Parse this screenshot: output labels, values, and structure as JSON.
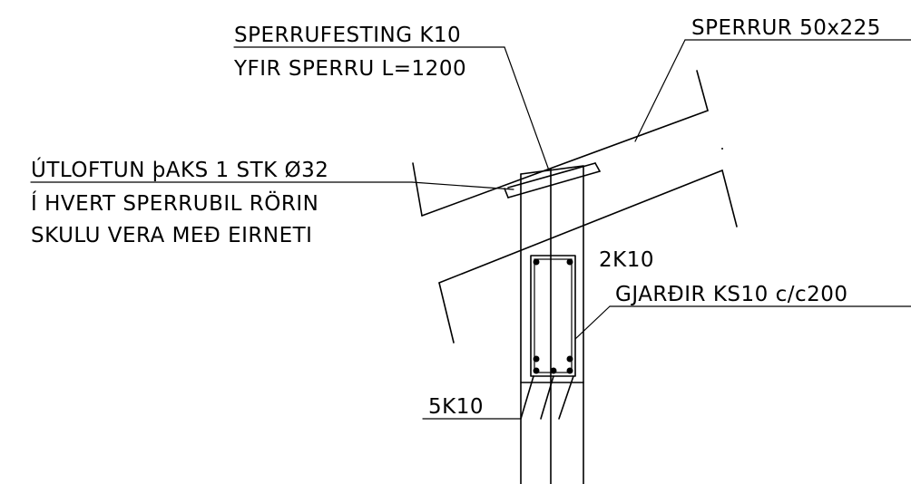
{
  "labels": {
    "sperrufesting": "SPERRUFESTING K10",
    "yfir_sperru": "YFIR SPERRU L=1200",
    "sperrur": "SPERRUR 50x225",
    "utloftun": "ÚTLOFTUN þAKS 1 STK Ø32",
    "hvert_sperrubil": "Í HVERT SPERRUBIL RÖRIN",
    "skulu_vera": "SKULU VERA MEÐ EIRNETI",
    "k10_top": "2K10",
    "gjardir": "GJARÐIR KS10 c/c200",
    "k10_bottom": "5K10"
  },
  "colors": {
    "ink": "#000000",
    "background": "#ffffff"
  }
}
